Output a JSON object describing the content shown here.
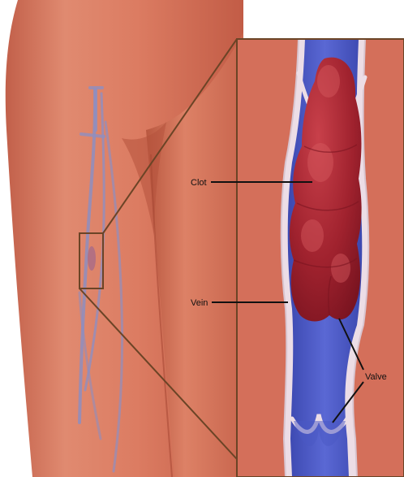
{
  "labels": {
    "clot": "Clot",
    "vein": "Vein",
    "valve": "Valve"
  },
  "colors": {
    "background": "#ffffff",
    "skin": "#d8745c",
    "skin_shadow": "#b9553f",
    "inset_fill": "#d46f5a",
    "frame": "#6b4426",
    "vein_lumen": "#4a57c4",
    "vein_wall": "#ecdde6",
    "clot": "#a8242f",
    "clot_highlight": "#d65a60",
    "leg_vein": "#8e8ec0",
    "leader_line": "#111111"
  }
}
